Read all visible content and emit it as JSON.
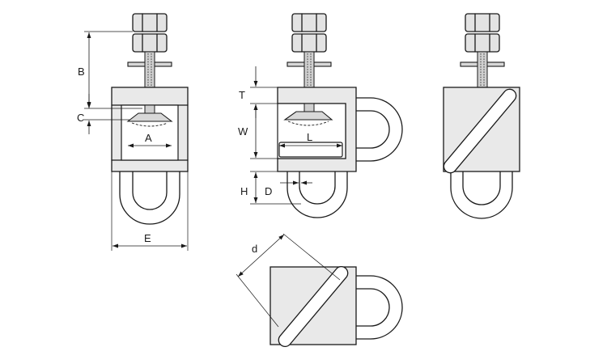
{
  "labels": {
    "A": "A",
    "B": "B",
    "C": "C",
    "E": "E",
    "T": "T",
    "W": "W",
    "L": "L",
    "H": "H",
    "D": "D",
    "d": "d"
  }
}
